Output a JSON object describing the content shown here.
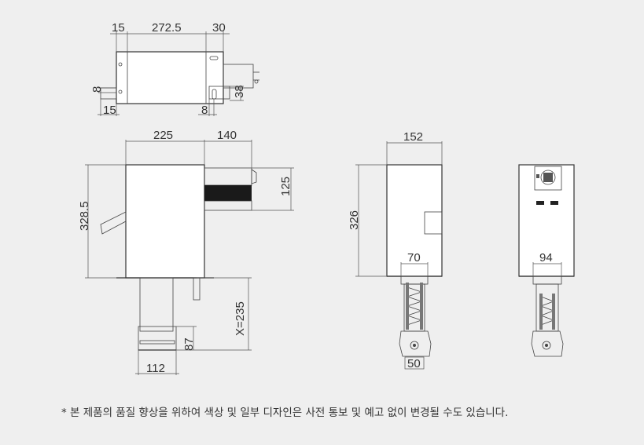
{
  "dimensions": {
    "top_15": "15",
    "top_272_5": "272.5",
    "top_30": "30",
    "top_8_left": "8",
    "top_38": "38",
    "top_15_bottom": "15",
    "top_8_bottom": "8",
    "front_225": "225",
    "front_140": "140",
    "front_328_5": "328.5",
    "front_125": "125",
    "front_x235": "X=235",
    "front_87": "87",
    "front_112": "112",
    "side_152": "152",
    "side_326": "326",
    "side_70": "70",
    "side_50": "50",
    "back_94": "94"
  },
  "footnote": "* 본 제품의 품질 향상을 위하여 색상 및 일부 디자인은 사전 통보 및 예고 없이 변경될 수도 있습니다."
}
